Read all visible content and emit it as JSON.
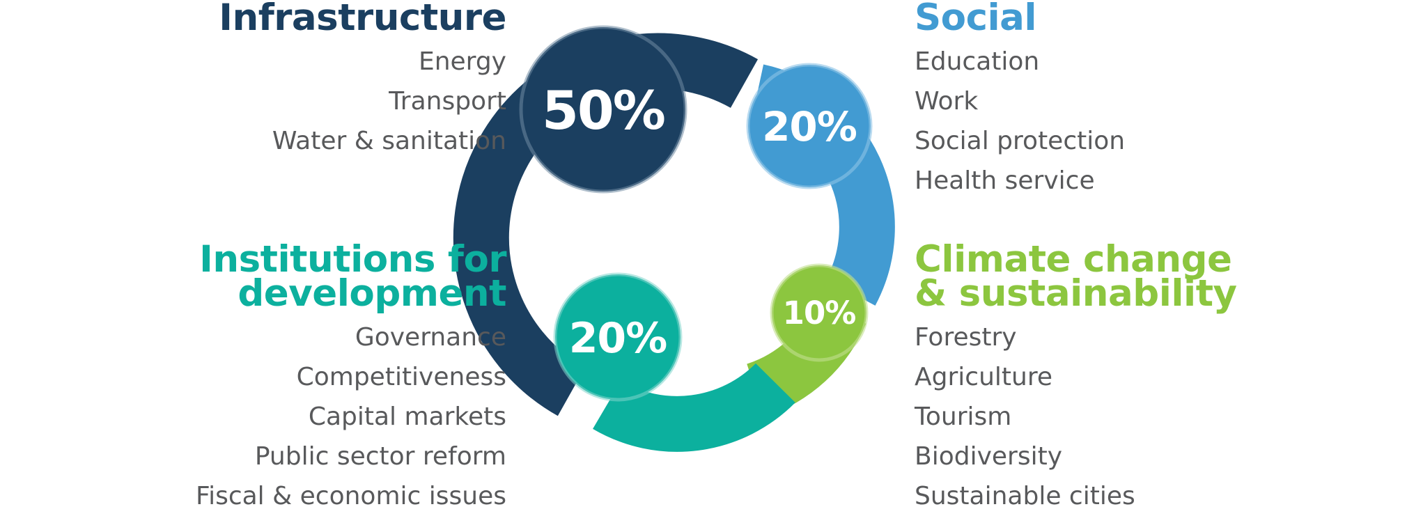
{
  "colors": {
    "infrastructure": "#1b3f60",
    "social": "#429bd2",
    "institutions": "#0cb09e",
    "climate": "#8cc63f",
    "list_text": "#58595b"
  },
  "groups": {
    "infrastructure": {
      "title": "Infrastructure",
      "percent": "50%",
      "items": [
        "Energy",
        "Transport",
        "Water & sanitation"
      ]
    },
    "social": {
      "title": "Social",
      "percent": "20%",
      "items": [
        "Education",
        "Work",
        "Social protection",
        "Health service"
      ]
    },
    "institutions": {
      "title_line1": "Institutions for",
      "title_line2": "development",
      "percent": "20%",
      "items": [
        "Governance",
        "Competitiveness",
        "Capital markets",
        "Public sector reform",
        "Fiscal & economic issues"
      ]
    },
    "climate": {
      "title_line1": "Climate change",
      "title_line2": "& sustainability",
      "percent": "10%",
      "items": [
        "Forestry",
        "Agriculture",
        "Tourism",
        "Biodiversity",
        "Sustainable cities"
      ]
    }
  }
}
